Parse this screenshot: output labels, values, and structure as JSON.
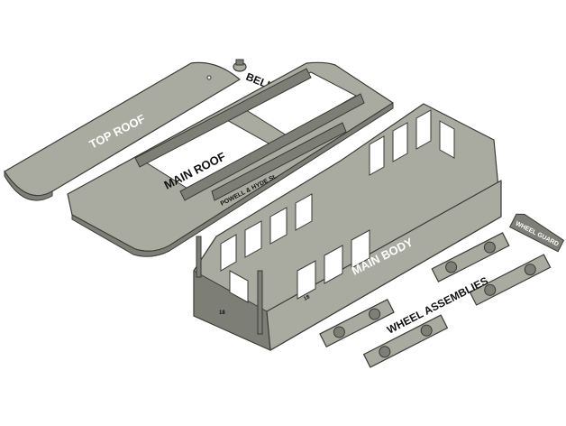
{
  "labels": {
    "top_roof": "TOP ROOF",
    "bell": "BELL",
    "main_roof": "MAIN ROOF",
    "sign": "POWELL & HYDE St.",
    "main_body": "MAIN BODY",
    "wheel_assemblies": "WHEEL ASSEMBLIES",
    "wheel_guard": "WHEEL GUARD",
    "car_number_front": "18",
    "car_number_side": "18"
  },
  "colors": {
    "part_fill": "#a9aba0",
    "outline": "#3a3a36",
    "background": "#ffffff"
  }
}
